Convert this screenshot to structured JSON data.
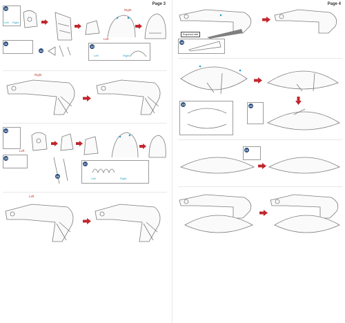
{
  "pages": [
    {
      "label": "Page 3"
    },
    {
      "label": "Page 4"
    }
  ],
  "steps": {
    "s10": "10",
    "s11": "11",
    "s12": "12",
    "s13": "13",
    "s14": "14",
    "s15": "15",
    "s16": "16",
    "s17": "17",
    "s18": "18",
    "s19": "19",
    "s20": "20",
    "s21": "21"
  },
  "labels": {
    "left": "Left",
    "right": "Right",
    "engraved_side": "Engraved side"
  },
  "colors": {
    "arrow": "#c0272d",
    "badge": "#2a4d7c",
    "dot": "#1f9fd0"
  },
  "icons": [
    "next-step-arrow-icon"
  ]
}
